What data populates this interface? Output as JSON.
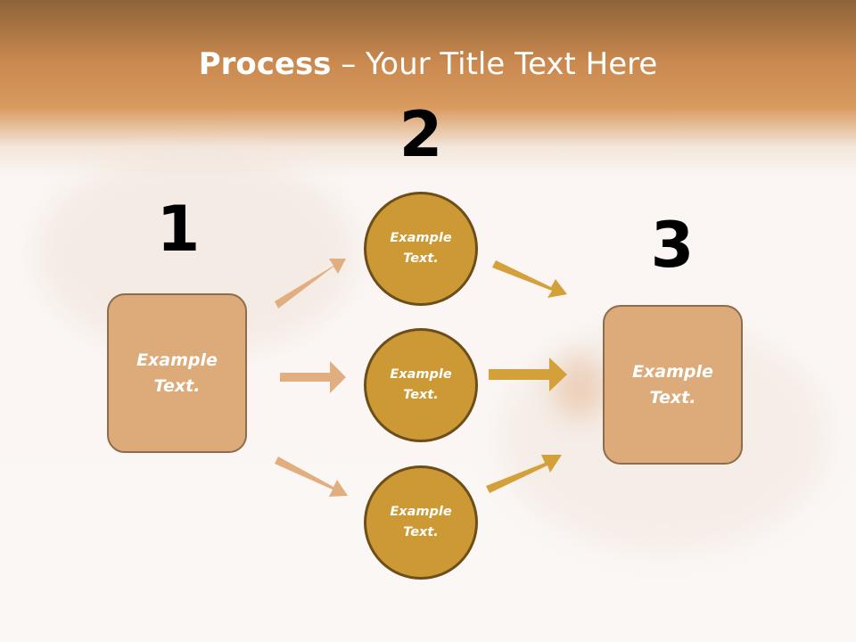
{
  "title": {
    "bold": "Process",
    "rest": " – Your Title Text Here"
  },
  "steps": [
    {
      "number": "1",
      "label_line1": "Example",
      "label_line2": "Text."
    },
    {
      "number": "2",
      "circles": [
        {
          "label_line1": "Example",
          "label_line2": "Text."
        },
        {
          "label_line1": "Example",
          "label_line2": "Text."
        },
        {
          "label_line1": "Example",
          "label_line2": "Text."
        }
      ]
    },
    {
      "number": "3",
      "label_line1": "Example",
      "label_line2": "Text."
    }
  ],
  "colors": {
    "box_fill": "#ddaa7a",
    "circle_fill": "#cd9935",
    "left_arrow": "#e0ae7f",
    "right_arrow": "#d3a03a"
  }
}
